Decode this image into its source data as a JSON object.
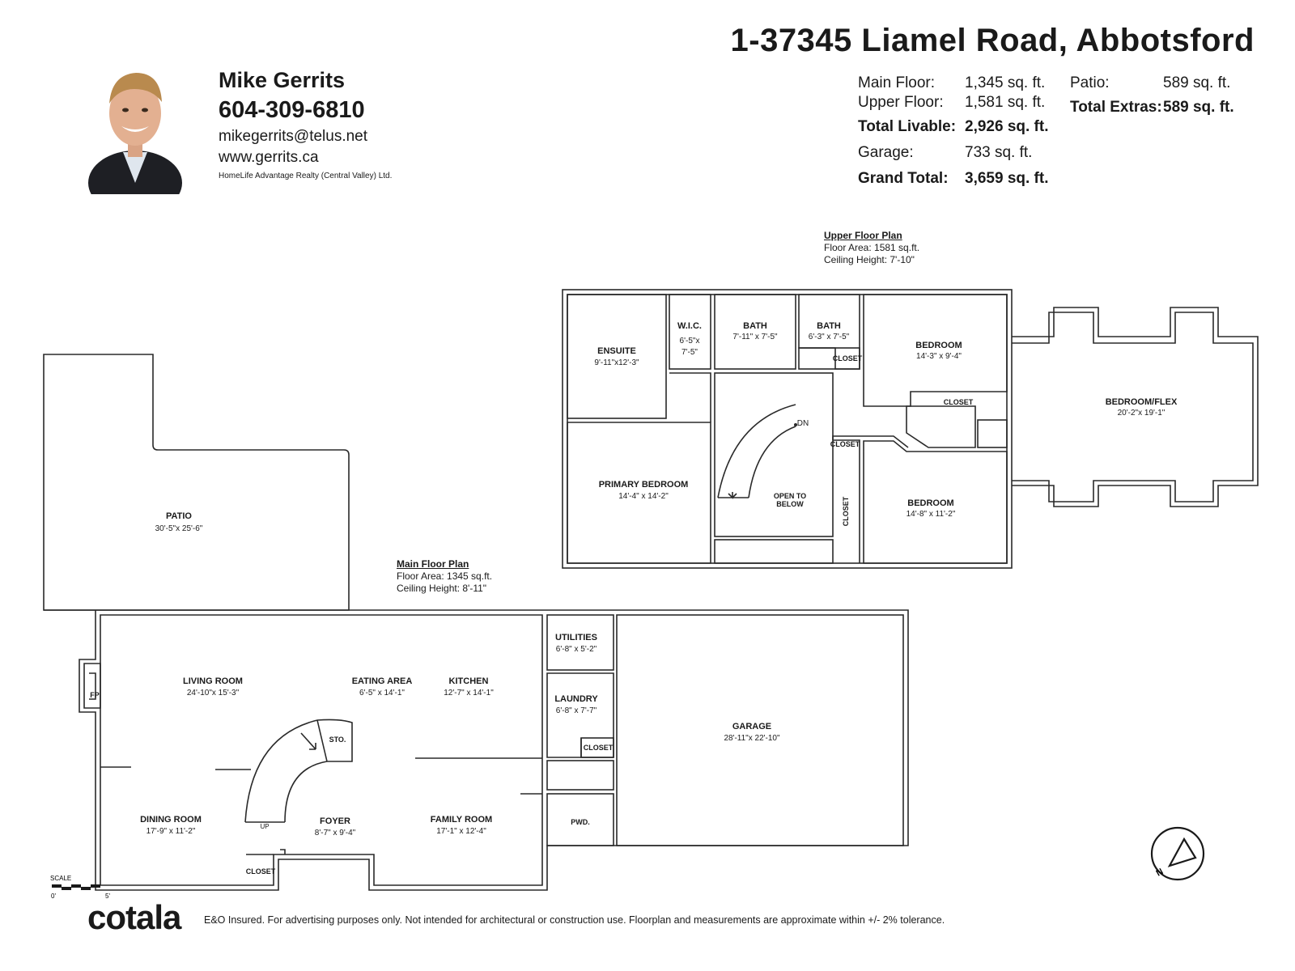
{
  "listing": {
    "address": "1-37345 Liamel Road, Abbotsford"
  },
  "agent": {
    "name": "Mike Gerrits",
    "phone": "604-309-6810",
    "email": "mikegerrits@telus.net",
    "website": "www.gerrits.ca",
    "brokerage": "HomeLife Advantage Realty (Central Valley) Ltd."
  },
  "areas": {
    "main_floor": {
      "label": "Main Floor:",
      "value": "1,345 sq. ft."
    },
    "upper_floor": {
      "label": "Upper Floor:",
      "value": "1,581 sq. ft."
    },
    "total_livable": {
      "label": "Total Livable:",
      "value": "2,926 sq. ft."
    },
    "garage": {
      "label": "Garage:",
      "value": "733 sq. ft."
    },
    "grand_total": {
      "label": "Grand Total:",
      "value": "3,659 sq. ft."
    },
    "patio": {
      "label": "Patio:",
      "value": "589 sq. ft."
    },
    "total_extras": {
      "label": "Total Extras:",
      "value": "589 sq. ft."
    }
  },
  "upper_plan": {
    "title": "Upper Floor Plan",
    "floor_area": "Floor Area: 1581 sq.ft.",
    "ceiling": "Ceiling Height: 7'-10\"",
    "rooms": {
      "ensuite": {
        "name": "ENSUITE",
        "dims": "9'-11\"x12'-3\""
      },
      "wic": {
        "name": "W.I.C.",
        "dims1": "6'-5\"x",
        "dims2": "7'-5\""
      },
      "bath1": {
        "name": "BATH",
        "dims": "7'-11\" x 7'-5\""
      },
      "bath2": {
        "name": "BATH",
        "dims": "6'-3\" x 7'-5\""
      },
      "closet1": "CLOSET",
      "bedroom1": {
        "name": "BEDROOM",
        "dims": "14'-3\" x 9'-4\""
      },
      "closet2": "CLOSET",
      "bedroom_flex": {
        "name": "BEDROOM/FLEX",
        "dims": "20'-2\"x 19'-1\""
      },
      "dn": "DN",
      "closet3": "CLOSET",
      "primary": {
        "name": "PRIMARY BEDROOM",
        "dims": "14'-4\" x 14'-2\""
      },
      "open_below": {
        "line1": "OPEN TO",
        "line2": "BELOW"
      },
      "closet4": "CLOSET",
      "bedroom2": {
        "name": "BEDROOM",
        "dims": "14'-8\" x 11'-2\""
      }
    }
  },
  "main_plan": {
    "title": "Main Floor Plan",
    "floor_area": "Floor Area: 1345 sq.ft.",
    "ceiling": "Ceiling Height: 8'-11\"",
    "rooms": {
      "patio": {
        "name": "PATIO",
        "dims": "30'-5\"x 25'-6\""
      },
      "fp": "FP",
      "living": {
        "name": "LIVING ROOM",
        "dims": "24'-10\"x 15'-3\""
      },
      "eating": {
        "name": "EATING AREA",
        "dims": "6'-5\" x 14'-1\""
      },
      "kitchen": {
        "name": "KITCHEN",
        "dims": "12'-7\" x 14'-1\""
      },
      "utilities": {
        "name": "UTILITIES",
        "dims": "6'-8\" x 5'-2\""
      },
      "laundry": {
        "name": "LAUNDRY",
        "dims": "6'-8\" x 7'-7\""
      },
      "closet_l": "CLOSET",
      "garage": {
        "name": "GARAGE",
        "dims": "28'-11\"x 22'-10\""
      },
      "sto": "STO.",
      "up": "UP",
      "dining": {
        "name": "DINING ROOM",
        "dims": "17'-9\" x 11'-2\""
      },
      "foyer": {
        "name": "FOYER",
        "dims": "8'-7\" x 9'-4\""
      },
      "family": {
        "name": "FAMILY ROOM",
        "dims": "17'-1\" x 12'-4\""
      },
      "pwd": "PWD.",
      "closet_f": "CLOSET"
    }
  },
  "scale": {
    "label": "SCALE",
    "min": "0'",
    "max": "5'"
  },
  "compass": {
    "north": "N"
  },
  "footer": {
    "logo": "cotala",
    "disclaimer": "E&O Insured. For advertising purposes only. Not intended for architectural or construction use. Floorplan and measurements are approximate within +/- 2% tolerance."
  }
}
